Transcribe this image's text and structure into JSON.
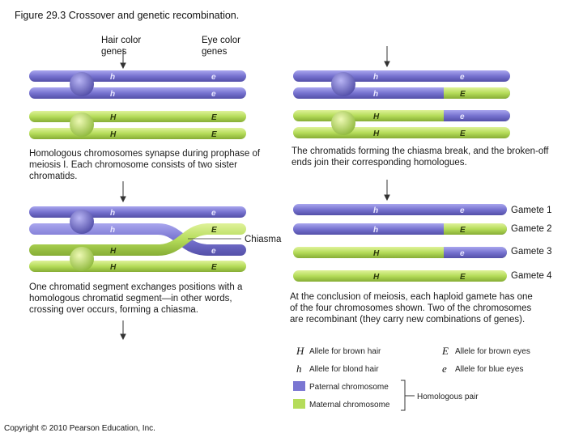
{
  "title": "Figure 29.3 Crossover and genetic recombination.",
  "gene_labels": {
    "hair": "Hair color\ngenes",
    "eye": "Eye color\ngenes"
  },
  "captions": {
    "synapse": "Homologous chromosomes synapse during prophase of meiosis I. Each chromosome consists of two sister chromatids.",
    "break": "The chromatids forming the chiasma break, and the broken-off ends join their corresponding homologues.",
    "crossover": "One chromatid segment exchanges positions with a homologous chromatid segment—in other words, crossing over occurs, forming a chiasma.",
    "conclusion": "At the conclusion of meiosis, each haploid gamete has one of the four chromosomes shown. Two of the chromosomes are recombinant (they carry new combinations of genes)."
  },
  "chiasma_label": "Chiasma",
  "gametes": [
    "Gamete 1",
    "Gamete 2",
    "Gamete 3",
    "Gamete 4"
  ],
  "alleles": {
    "H": "H",
    "h": "h",
    "E": "E",
    "e": "e",
    "H_desc": "Allele for brown hair",
    "h_desc": "Allele for blond hair",
    "E_desc": "Allele for brown eyes",
    "e_desc": "Allele for blue eyes"
  },
  "legend": {
    "paternal": "Paternal chromosome",
    "maternal": "Maternal chromosome",
    "homologous_pair": "Homologous pair",
    "paternal_color": "#7a76d2",
    "maternal_color": "#b5dc5a"
  },
  "copyright": "Copyright © 2010 Pearson Education, Inc."
}
